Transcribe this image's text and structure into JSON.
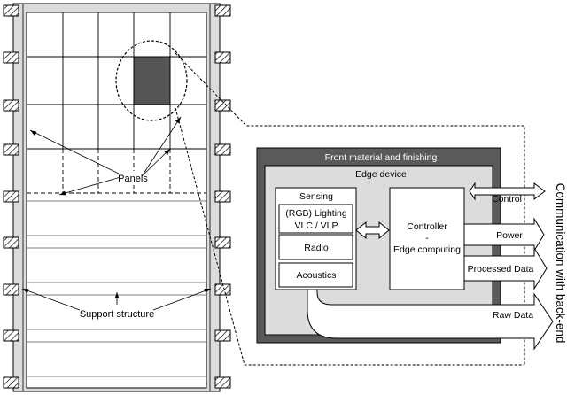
{
  "labels": {
    "panels": "Panels",
    "support_structure": "Support structure",
    "front_material": "Front material and finishing",
    "edge_device": "Edge device",
    "sensing": "Sensing",
    "rgb_lighting": "(RGB) Lighting",
    "vlc_vlp": "VLC / VLP",
    "radio": "Radio",
    "acoustics": "Acoustics",
    "controller": "Controller",
    "controller_dash": "-",
    "edge_computing": "Edge computing",
    "control": "Control",
    "power": "Power",
    "processed_data": "Processed Data",
    "raw_data": "Raw Data",
    "communication": "Communication with back-end"
  },
  "colors": {
    "outer_frame": "#5a5a5a",
    "light_grey": "#dcdcdc",
    "stroke": "#000000",
    "highlight_panel": "#555555"
  }
}
